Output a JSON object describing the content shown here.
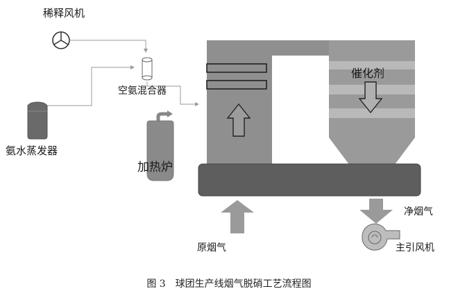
{
  "labels": {
    "dilution_fan": "稀释风机",
    "ammonia_air_mixer": "空氨混合器",
    "ammonia_evaporator": "氨水蒸发器",
    "heating_furnace": "加热炉",
    "catalyst": "催化剂",
    "clean_flue_gas": "净烟气",
    "raw_flue_gas": "原烟气",
    "main_induced_fan": "主引风机"
  },
  "caption": "图 3　球团生产线烟气脱硝工艺流程图"
}
